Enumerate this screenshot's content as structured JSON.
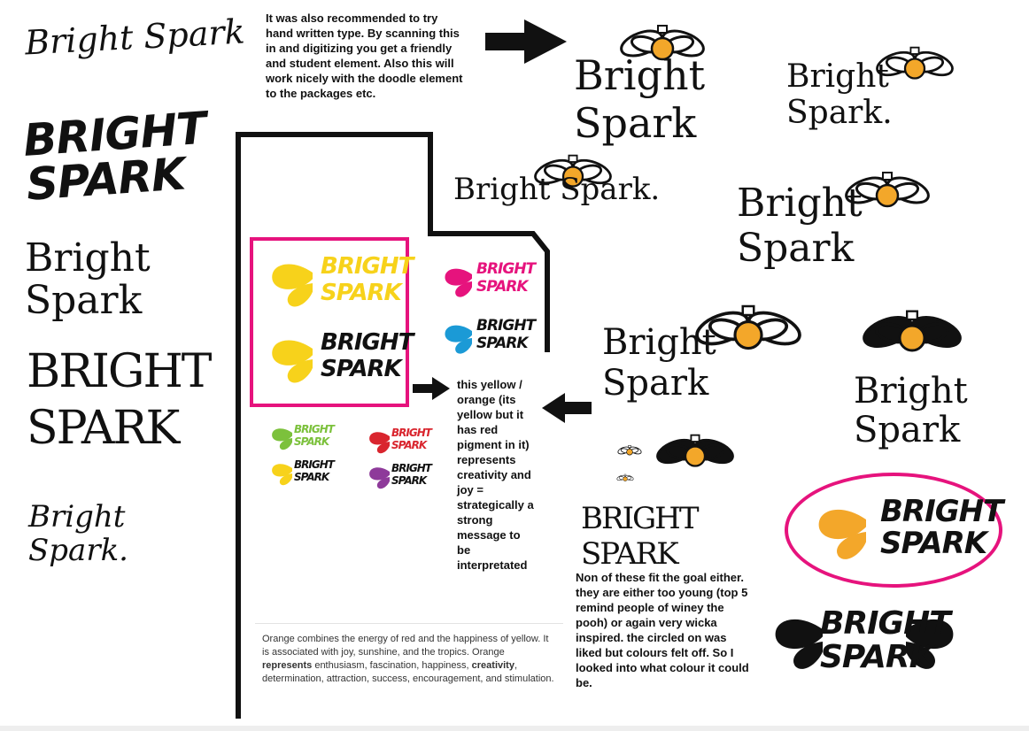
{
  "left_column": {
    "samples": [
      "Bright Spark",
      "BRIGHT SPARK",
      "Bright Spark",
      "BRIGHT SPARK",
      "Bright Spark."
    ]
  },
  "top_note": "It was also recommended to try hand written type. By scanning this in and digitizing you get a friendly and student element. Also this will work nicely with the doodle element to the packages etc.",
  "logos": {
    "top_right_a": "Bright Spark",
    "top_right_b": "Bright Spark.",
    "mid_a": "Bright Spark.",
    "mid_b": "Bright Spark",
    "mid_c": "Bright Spark",
    "mid_d": "Bright Spark",
    "lower_a": "BRIGHT SPARK",
    "circled": "BRIGHT SPARK",
    "bottom": "BRIGHT SPARK"
  },
  "color_variants": {
    "yellow_a": "BRIGHT SPARK",
    "yellow_b": "BRIGHT SPARK",
    "pink": "BRIGHT SPARK",
    "blue": "BRIGHT SPARK",
    "green": "BRIGHT SPARK",
    "red": "BRIGHT SPARK",
    "yellow_small": "BRIGHT SPARK",
    "purple": "BRIGHT SPARK"
  },
  "yellow_note": "this yellow / orange (its yellow but it has red pigment in it) represents creativity and joy = strategically a strong message to be interpretated",
  "quote": {
    "part1": "Orange combines the energy of red and the happiness of yellow. It is associated with joy, sunshine, and the tropics. Orange ",
    "bold1": "represents",
    "part2": " enthusiasm, fascination, happiness, ",
    "bold2": "creativity",
    "part3": ", determination, attraction, success, encouragement, and stimulation."
  },
  "bottom_note": "Non of these fit the goal either. they are either too young (top 5 remind people of winey the pooh) or again very wicka inspired. the circled on was liked but colours felt off. So I looked into what colour it could be.",
  "colors": {
    "accent_pink": "#e6137d",
    "bulb_orange": "#f3a72a",
    "yellow": "#f7d21b"
  }
}
